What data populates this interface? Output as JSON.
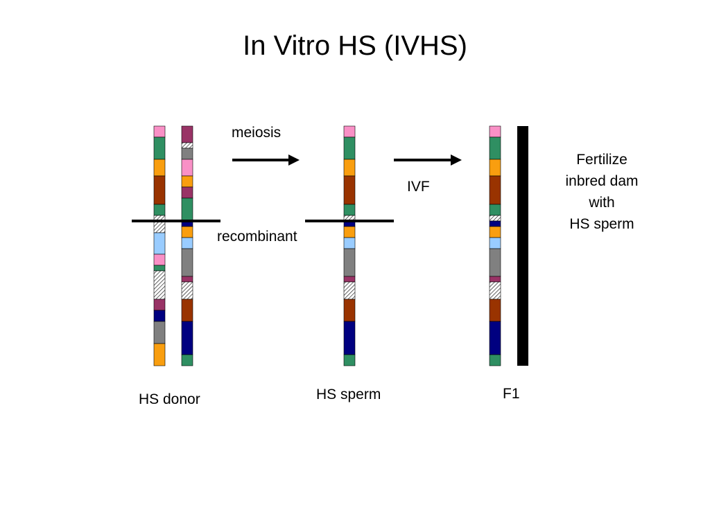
{
  "title": "In Vitro HS (IVHS)",
  "labels": {
    "meiosis": "meiosis",
    "recombinant": "recombinant",
    "ivf": "IVF",
    "fertilize_lines": [
      "Fertilize",
      "inbred dam",
      "with",
      "HS sperm"
    ],
    "hs_donor": "HS donor",
    "hs_sperm": "HS sperm",
    "f1": "F1"
  },
  "colors": {
    "P": "#f990c6",
    "G": "#2f8f62",
    "O": "#f99e0f",
    "B": "#993300",
    "M": "#993366",
    "N": "#000080",
    "Y": "#808080",
    "L": "#99ccff",
    "H": "hatched",
    "K": "#000000"
  },
  "chromosomes": [
    {
      "id": "donor-a",
      "segments": [
        [
          "P",
          182,
          198
        ],
        [
          "G",
          198,
          230
        ],
        [
          "O",
          230,
          254
        ],
        [
          "B",
          254,
          295
        ],
        [
          "G",
          295,
          311
        ],
        [
          "H",
          311,
          336
        ],
        [
          "L",
          336,
          367
        ],
        [
          "P",
          367,
          383
        ],
        [
          "G",
          383,
          391
        ],
        [
          "H",
          391,
          432
        ],
        [
          "M",
          432,
          448
        ],
        [
          "N",
          448,
          464
        ],
        [
          "Y",
          464,
          496
        ],
        [
          "O",
          496,
          528
        ]
      ]
    },
    {
      "id": "donor-b",
      "segments": [
        [
          "M",
          182,
          206
        ],
        [
          "H",
          206,
          214
        ],
        [
          "Y",
          214,
          230
        ],
        [
          "P",
          230,
          254
        ],
        [
          "O",
          254,
          270
        ],
        [
          "M",
          270,
          286
        ],
        [
          "G",
          286,
          319
        ],
        [
          "N",
          319,
          327
        ],
        [
          "O",
          327,
          343
        ],
        [
          "L",
          343,
          359
        ],
        [
          "Y",
          359,
          399
        ],
        [
          "M",
          399,
          407
        ],
        [
          "H",
          407,
          432
        ],
        [
          "B",
          432,
          464
        ],
        [
          "N",
          464,
          512
        ],
        [
          "G",
          512,
          528
        ]
      ]
    },
    {
      "id": "sperm",
      "segments": [
        [
          "P",
          182,
          198
        ],
        [
          "G",
          198,
          230
        ],
        [
          "O",
          230,
          254
        ],
        [
          "B",
          254,
          295
        ],
        [
          "G",
          295,
          311
        ],
        [
          "H",
          311,
          319
        ],
        [
          "N",
          319,
          327
        ],
        [
          "O",
          327,
          343
        ],
        [
          "L",
          343,
          359
        ],
        [
          "Y",
          359,
          399
        ],
        [
          "M",
          399,
          407
        ],
        [
          "H",
          407,
          432
        ],
        [
          "B",
          432,
          464
        ],
        [
          "N",
          464,
          512
        ],
        [
          "G",
          512,
          528
        ]
      ]
    },
    {
      "id": "f1-hs",
      "segments": [
        [
          "P",
          182,
          198
        ],
        [
          "G",
          198,
          230
        ],
        [
          "O",
          230,
          254
        ],
        [
          "B",
          254,
          295
        ],
        [
          "G",
          295,
          311
        ],
        [
          "H",
          311,
          319
        ],
        [
          "N",
          319,
          327
        ],
        [
          "O",
          327,
          343
        ],
        [
          "L",
          343,
          359
        ],
        [
          "Y",
          359,
          399
        ],
        [
          "M",
          399,
          407
        ],
        [
          "H",
          407,
          432
        ],
        [
          "B",
          432,
          464
        ],
        [
          "N",
          464,
          512
        ],
        [
          "G",
          512,
          528
        ]
      ]
    },
    {
      "id": "f1-inbred",
      "segments": [
        [
          "K",
          182,
          528
        ]
      ]
    }
  ]
}
